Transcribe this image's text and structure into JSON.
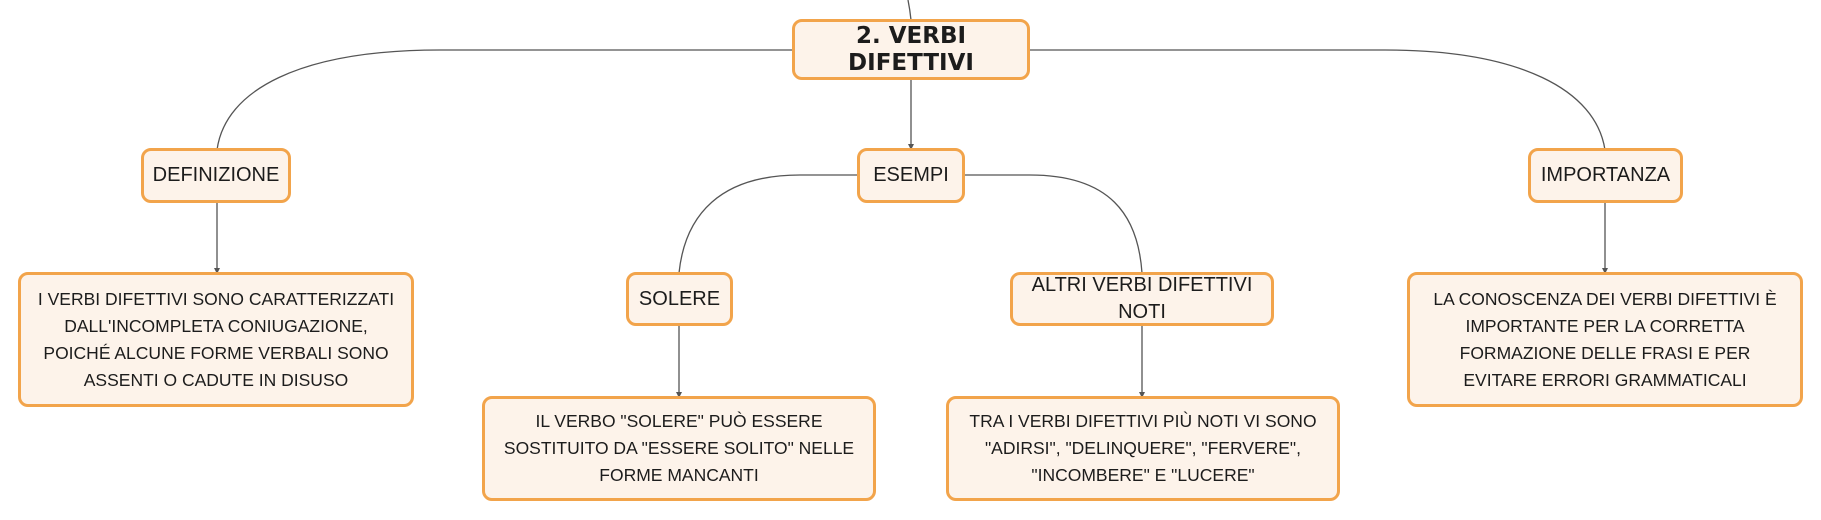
{
  "map": {
    "root": "2. VERBI DIFETTIVI",
    "branches": {
      "definizione": {
        "label": "DEFINIZIONE",
        "text": "I VERBI DIFETTIVI SONO CARATTERIZZATI DALL'INCOMPLETA CONIUGAZIONE, POICHÉ ALCUNE FORME VERBALI SONO ASSENTI O CADUTE IN DISUSO"
      },
      "esempi": {
        "label": "ESEMPI",
        "solere": {
          "label": "SOLERE",
          "text": "IL VERBO \"SOLERE\" PUÒ ESSERE SOSTITUITO DA \"ESSERE SOLITO\" NELLE FORME MANCANTI"
        },
        "altri": {
          "label": "ALTRI VERBI DIFETTIVI NOTI",
          "text": "TRA I VERBI DIFETTIVI PIÙ NOTI VI SONO \"ADIRSI\", \"DELINQUERE\", \"FERVERE\", \"INCOMBERE\" E \"LUCERE\""
        }
      },
      "importanza": {
        "label": "IMPORTANZA",
        "text": "LA CONOSCENZA DEI VERBI DIFETTIVI È IMPORTANTE PER LA CORRETTA FORMAZIONE DELLE FRASI E PER EVITARE ERRORI GRAMMATICALI"
      }
    }
  },
  "colors": {
    "node_fill": "#fdf3ea",
    "node_border": "#f2a44b",
    "connector": "#555555"
  }
}
